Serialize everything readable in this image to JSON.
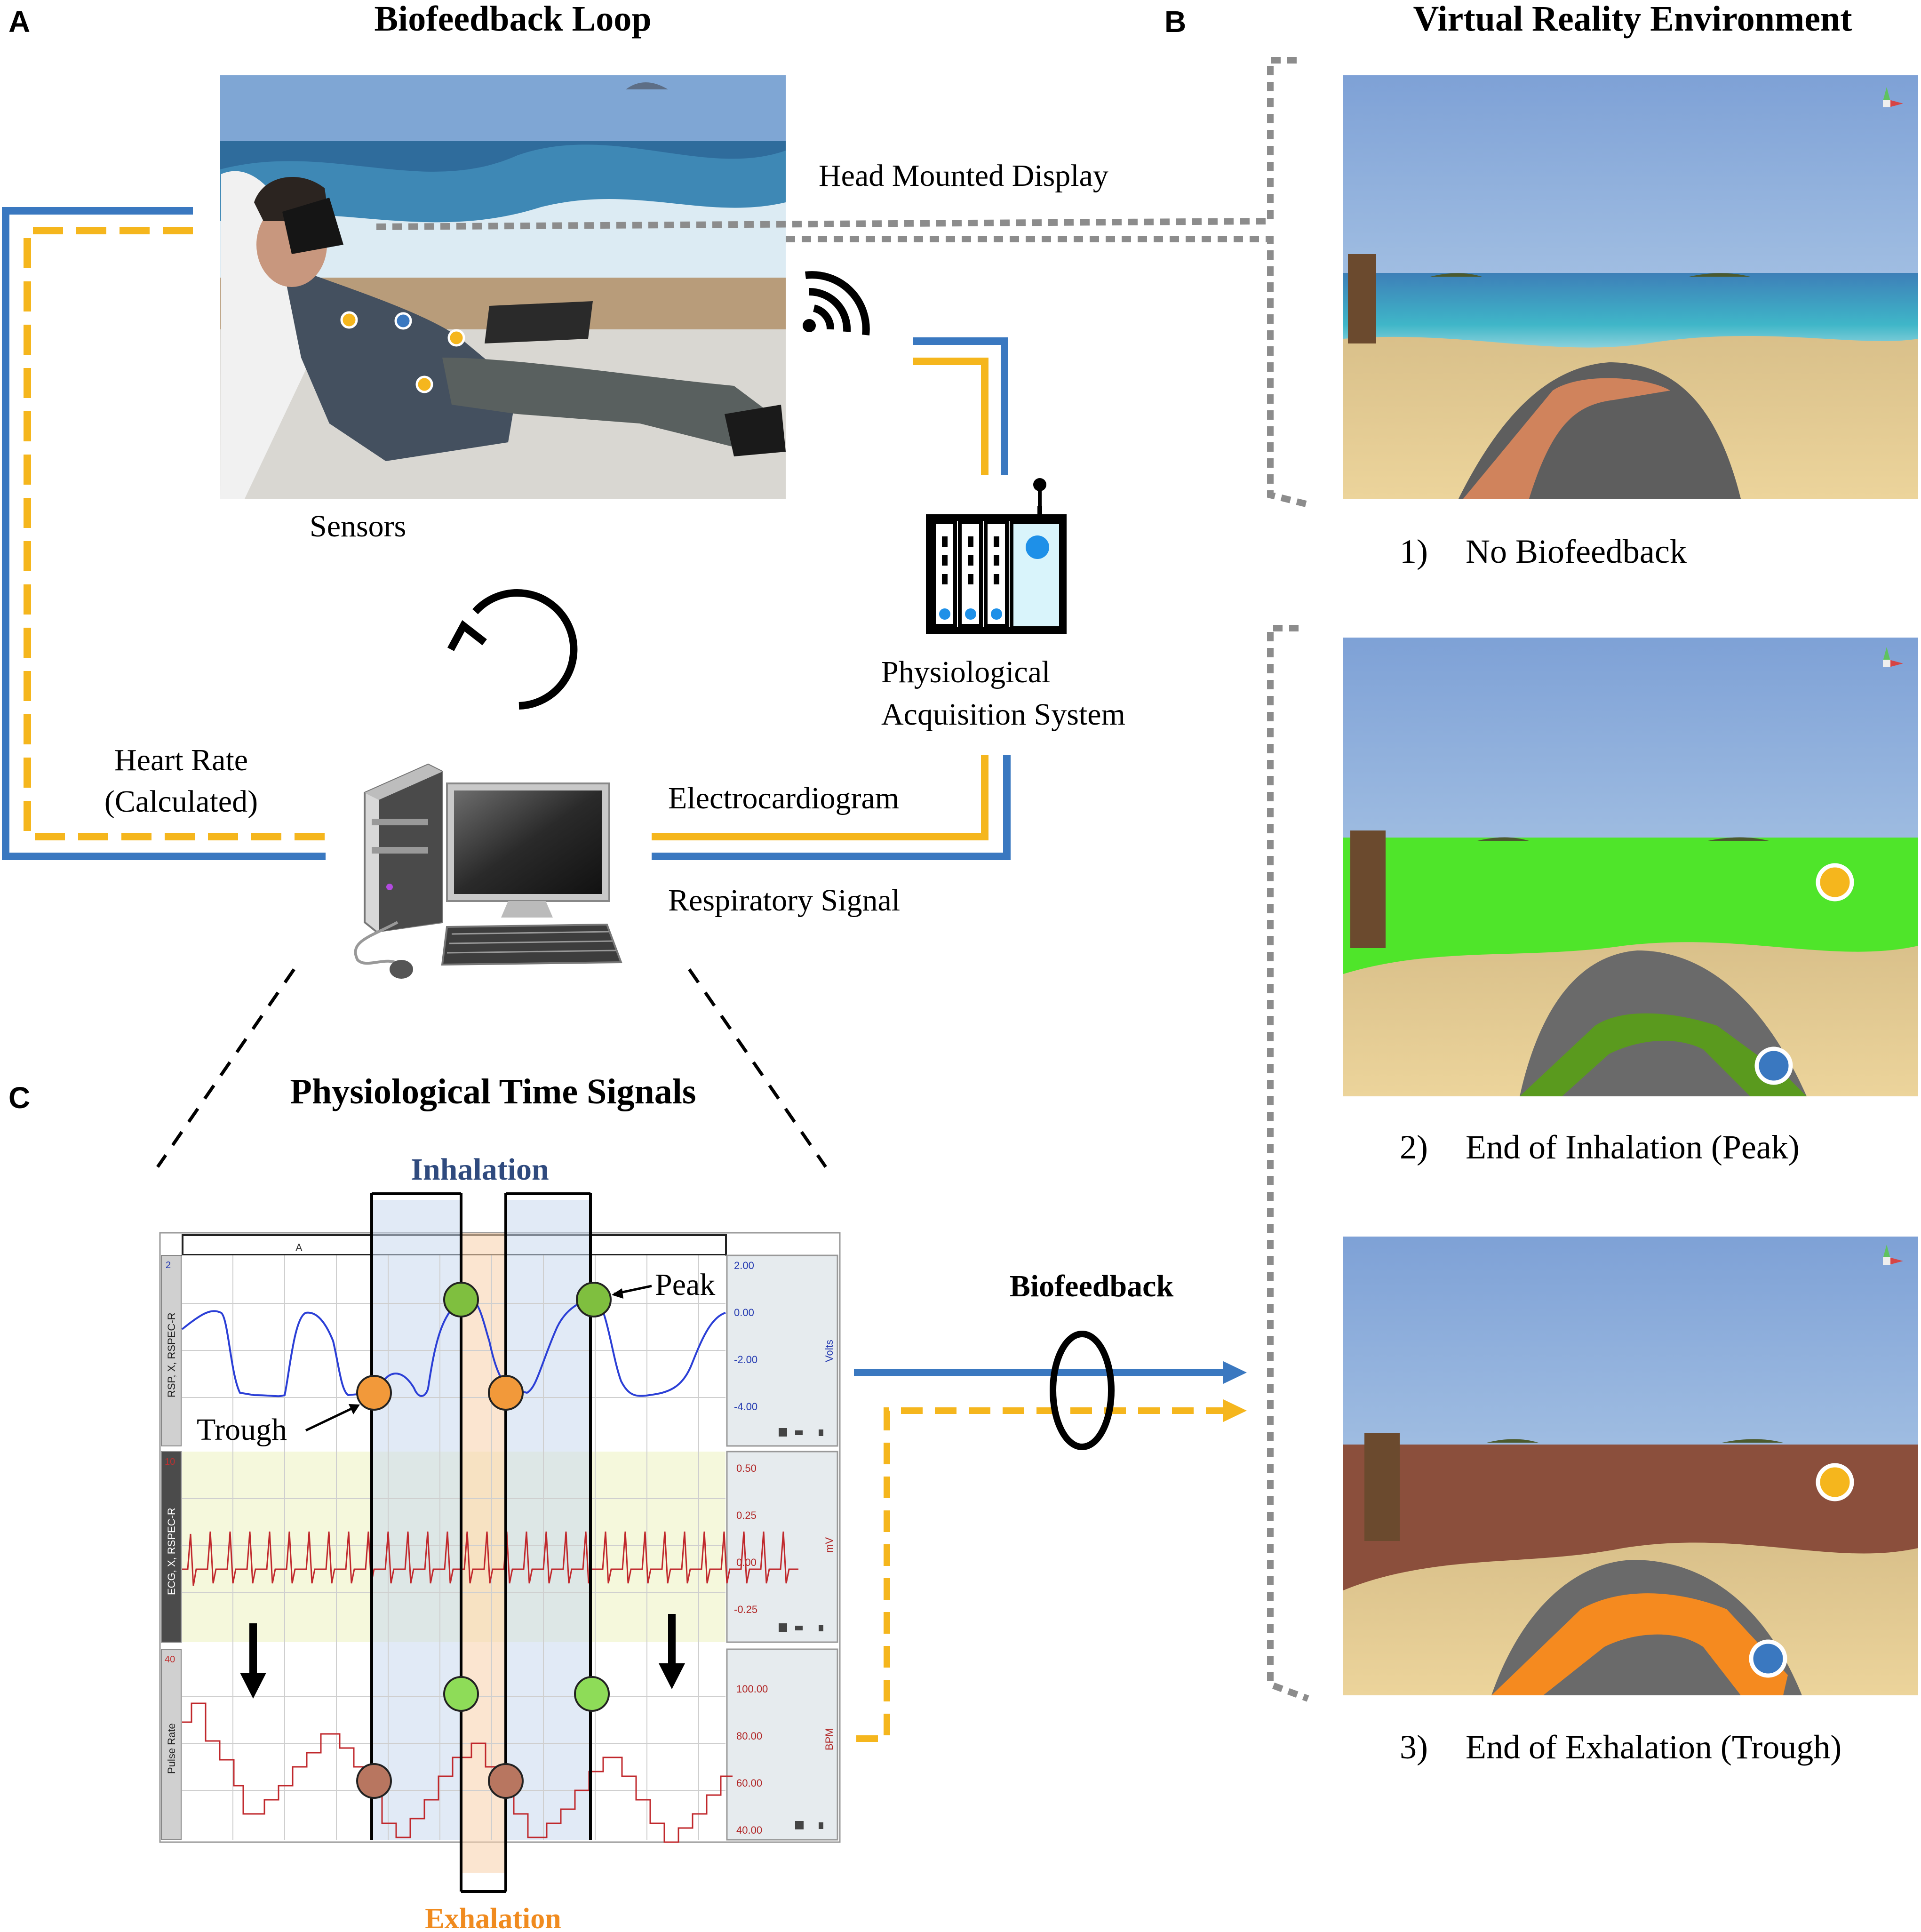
{
  "panel_letters": {
    "a": "A",
    "b": "B",
    "c": "C"
  },
  "titles": {
    "loop": "Biofeedback Loop",
    "vr": "Virtual Reality Environment",
    "signals": "Physiological Time Signals"
  },
  "labels": {
    "hmd": "Head Mounted Display",
    "sensors": "Sensors",
    "acq_line1": "Physiological",
    "acq_line2": "Acquisition System",
    "hr_line1": "Heart Rate",
    "hr_line2": "(Calculated)",
    "ecg": "Electrocardiogram",
    "resp": "Respiratory Signal",
    "biofeedback": "Biofeedback",
    "inhalation": "Inhalation",
    "exhalation": "Exhalation",
    "peak": "Peak",
    "trough": "Trough"
  },
  "vr_captions": [
    {
      "num": "1)",
      "text": "No Biofeedback"
    },
    {
      "num": "2)",
      "text": "End of Inhalation (Peak)"
    },
    {
      "num": "3)",
      "text": "End of Exhalation (Trough)"
    }
  ],
  "acq_window": {
    "marker": "A",
    "channels": [
      {
        "badge": "2",
        "name": "RSP, X, RSPEC-R",
        "unit": "Volts",
        "ticks": [
          "2.00",
          "0.00",
          "-2.00",
          "-4.00"
        ]
      },
      {
        "badge": "10",
        "name": "ECG, X, RSPEC-R",
        "unit": "mV",
        "ticks": [
          "0.50",
          "0.25",
          "0.00",
          "-0.25"
        ]
      },
      {
        "badge": "40",
        "name": "Pulse Rate",
        "unit": "BPM",
        "ticks": [
          "100.00",
          "80.00",
          "60.00",
          "40.00"
        ]
      }
    ]
  },
  "colors": {
    "blue": "#3a78c0",
    "yellow": "#f5b61d",
    "inhale_text": "#2f4a7e",
    "exhale_text": "#f08b1f",
    "peak_green": "#7fbf3f",
    "trough_orange": "#f2993a",
    "hr_peak": "#8edc58",
    "hr_trough": "#b87660"
  }
}
